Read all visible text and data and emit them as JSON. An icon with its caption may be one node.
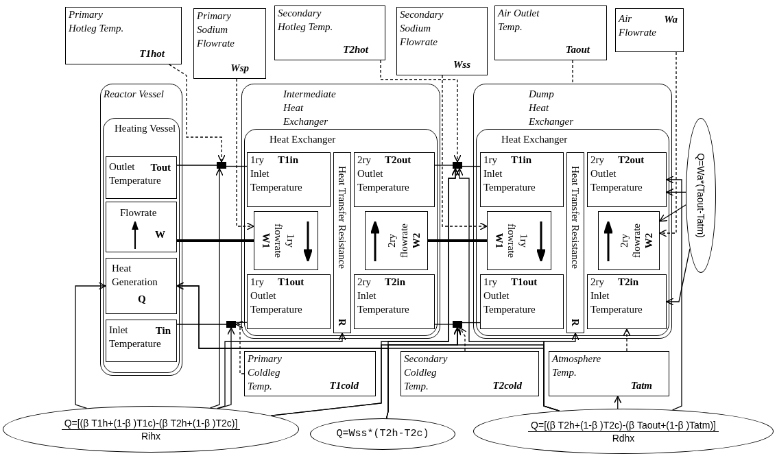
{
  "diagram": {
    "nodes": [
      {
        "text": [
          "Primary Hotleg Temp.",
          "T1hot"
        ]
      },
      {
        "text": [
          "Primary Sodium Flowrate",
          "Wsp"
        ]
      },
      {
        "text": [
          "Secondary Hotleg Temp.",
          "T2hot"
        ]
      },
      {
        "text": [
          "Secondary Sodium Flowrate",
          "Wss"
        ]
      },
      {
        "text": [
          "Air Outlet Temp.",
          "Taout"
        ]
      },
      {
        "text": [
          "Air Flowrate",
          "Wa"
        ]
      },
      {
        "text": [
          "Reactor Vessel"
        ]
      },
      {
        "text": [
          "Heating Vessel"
        ],
        "in": 6
      },
      {
        "text": [
          "Outlet Temperature",
          "Tout"
        ],
        "in": 7
      },
      {
        "text": [
          "Flowrate",
          "W"
        ],
        "in": 7
      },
      {
        "text": [
          "Heat Generation",
          "Q"
        ],
        "in": 7
      },
      {
        "text": [
          "Inlet Temperature",
          "Tin"
        ],
        "in": 7
      },
      {
        "text": [
          "Intermediate Heat Exchanger"
        ]
      },
      {
        "text": [
          "Heat Exchanger"
        ],
        "in": 12
      },
      {
        "text": [
          "1ry",
          "T1in",
          "Inlet Temperature"
        ],
        "in": 13
      },
      {
        "text": [
          "1ry flowrate",
          "W1"
        ],
        "in": 13
      },
      {
        "text": [
          "Heat Transfer Resistance",
          "R"
        ],
        "in": 13
      },
      {
        "text": [
          "1ry",
          "T1out",
          "Outlet Temperature"
        ],
        "in": 13
      },
      {
        "text": [
          "2ry",
          "T2out",
          "Outlet Temperature"
        ],
        "in": 13
      },
      {
        "text": [
          "2ry flowrate",
          "W2"
        ],
        "in": 13
      },
      {
        "text": [
          "2ry",
          "T2in",
          "Inlet Temperature"
        ],
        "in": 13
      },
      {
        "text": [
          "Dump Heat Exchanger"
        ]
      },
      {
        "text": [
          "Heat Exchanger"
        ],
        "in": 21
      },
      {
        "text": [
          "1ry",
          "T1in",
          "Inlet Temperature"
        ],
        "in": 22
      },
      {
        "text": [
          "1ry flowrate",
          "W1"
        ],
        "in": 22
      },
      {
        "text": [
          "Heat Transfer Resistance",
          "R"
        ],
        "in": 22
      },
      {
        "text": [
          "1ry",
          "T1out",
          "Outlet Temperature"
        ],
        "in": 22
      },
      {
        "text": [
          "2ry",
          "T2out",
          "Outlet Temperature"
        ],
        "in": 22
      },
      {
        "text": [
          "2ry flowrate",
          "W2"
        ],
        "in": 22
      },
      {
        "text": [
          "2ry",
          "T2in",
          "Inlet Temperature"
        ],
        "in": 22
      },
      {
        "text": [
          "Primary Coldleg Temp.",
          "T1cold"
        ]
      },
      {
        "text": [
          "Secondary Coldleg Temp.",
          "T2cold"
        ]
      },
      {
        "text": [
          "Atmosphere Temp.",
          "Tatm"
        ]
      },
      {
        "text": [
          "Q=[(β T1h+(1-β )T1c)-(β T2h+(1-β )T2c)]",
          "Rihx"
        ]
      },
      {
        "text": [
          "Q=Wss*(T2h-T2c)"
        ]
      },
      {
        "text": [
          "Q=[(β T2h+(1-β )T2c)-(β Taout+(1-β )Tatm)]",
          "Rdhx"
        ]
      },
      {
        "text": [
          "Q=Wa*(Taout-Tatm)"
        ]
      },
      {
        "text": [],
        "shape": "bar"
      },
      {
        "text": [],
        "shape": "bar"
      },
      {
        "text": [],
        "shape": "bar"
      },
      {
        "text": [],
        "shape": "bar"
      }
    ],
    "edges": [
      {
        "from": 8,
        "to": 37,
        "arrow": "none"
      },
      {
        "from": 37,
        "to": 14,
        "arrow": "none"
      },
      {
        "from": 9,
        "to": 15,
        "arrow": "none",
        "style": "thick"
      },
      {
        "from": 11,
        "to": 38,
        "arrow": "none"
      },
      {
        "from": 38,
        "to": 17,
        "arrow": "none"
      },
      {
        "from": 18,
        "to": 39,
        "arrow": "none"
      },
      {
        "from": 39,
        "to": 23,
        "arrow": "none"
      },
      {
        "from": 19,
        "to": 24,
        "arrow": "none",
        "style": "thick"
      },
      {
        "from": 20,
        "to": 40,
        "arrow": "none"
      },
      {
        "from": 40,
        "to": 26,
        "arrow": "none"
      },
      {
        "from": 0,
        "to": 37,
        "arrow": "to",
        "style": "dashed"
      },
      {
        "from": 1,
        "to": 15,
        "arrow": "to",
        "style": "dashed"
      },
      {
        "from": 2,
        "to": 39,
        "arrow": "to",
        "style": "dashed"
      },
      {
        "from": 3,
        "to": 24,
        "arrow": "to",
        "style": "dashed"
      },
      {
        "from": 4,
        "to": 21,
        "arrow": "none",
        "style": "dashed"
      },
      {
        "from": 5,
        "to": 28,
        "arrow": "to",
        "style": "dashed"
      },
      {
        "from": 30,
        "to": 38,
        "arrow": "to",
        "style": "dashed"
      },
      {
        "from": 31,
        "to": 40,
        "arrow": "to",
        "style": "dashed"
      },
      {
        "from": 32,
        "to": 29,
        "arrow": "to",
        "style": "dashed"
      },
      {
        "from": 33,
        "to": 10,
        "arrow": "to"
      },
      {
        "from": 33,
        "to": 37,
        "arrow": "to"
      },
      {
        "from": 33,
        "to": 38,
        "arrow": "to"
      },
      {
        "from": 33,
        "to": 16,
        "arrow": "to"
      },
      {
        "from": 33,
        "to": 39,
        "arrow": "to"
      },
      {
        "from": 33,
        "to": 40,
        "arrow": "to"
      },
      {
        "from": 34,
        "to": 10,
        "arrow": "to"
      },
      {
        "from": 34,
        "to": 39,
        "arrow": "to"
      },
      {
        "from": 34,
        "to": 40,
        "arrow": "to"
      },
      {
        "from": 35,
        "to": 10,
        "arrow": "to"
      },
      {
        "from": 35,
        "to": 39,
        "arrow": "to"
      },
      {
        "from": 35,
        "to": 40,
        "arrow": "to"
      },
      {
        "from": 35,
        "to": 25,
        "arrow": "to"
      },
      {
        "from": 35,
        "to": 32,
        "arrow": "to"
      },
      {
        "from": 35,
        "to": 27,
        "arrow": "to"
      },
      {
        "from": 36,
        "to": 27,
        "arrow": "to"
      },
      {
        "from": 36,
        "to": 28,
        "arrow": "to"
      },
      {
        "from": 36,
        "to": 29,
        "arrow": "to"
      }
    ]
  }
}
